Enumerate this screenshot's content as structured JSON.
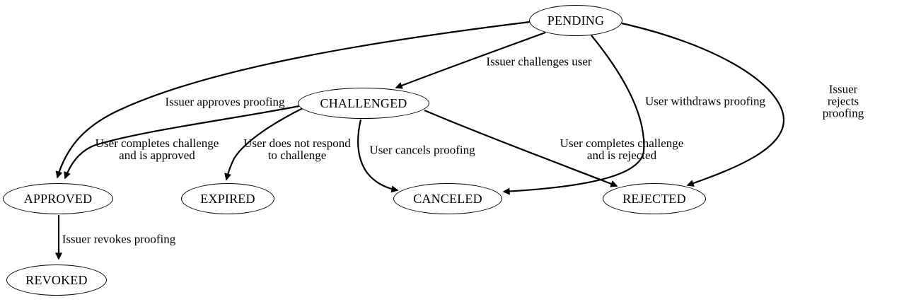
{
  "diagram": {
    "kind": "state-transition-graph",
    "colors": {
      "background": "#ffffff",
      "stroke": "#000000",
      "text": "#000000",
      "node_fill": "#ffffff"
    },
    "nodes": {
      "pending": {
        "label": "PENDING"
      },
      "challenged": {
        "label": "CHALLENGED"
      },
      "approved": {
        "label": "APPROVED"
      },
      "expired": {
        "label": "EXPIRED"
      },
      "canceled": {
        "label": "CANCELED"
      },
      "rejected": {
        "label": "REJECTED"
      },
      "revoked": {
        "label": "REVOKED"
      }
    },
    "edges": [
      {
        "from": "PENDING",
        "to": "CHALLENGED",
        "label": "Issuer challenges user"
      },
      {
        "from": "PENDING",
        "to": "APPROVED",
        "label": "Issuer approves proofing"
      },
      {
        "from": "PENDING",
        "to": "CANCELED",
        "label": "User withdraws proofing"
      },
      {
        "from": "PENDING",
        "to": "REJECTED",
        "label": "Issuer rejects proofing"
      },
      {
        "from": "CHALLENGED",
        "to": "APPROVED",
        "label": "User completes challenge\nand is approved"
      },
      {
        "from": "CHALLENGED",
        "to": "EXPIRED",
        "label": "User does not respond\nto challenge"
      },
      {
        "from": "CHALLENGED",
        "to": "CANCELED",
        "label": "User cancels proofing"
      },
      {
        "from": "CHALLENGED",
        "to": "REJECTED",
        "label": "User completes challenge\nand is rejected"
      },
      {
        "from": "APPROVED",
        "to": "REVOKED",
        "label": "Issuer revokes proofing"
      }
    ]
  }
}
